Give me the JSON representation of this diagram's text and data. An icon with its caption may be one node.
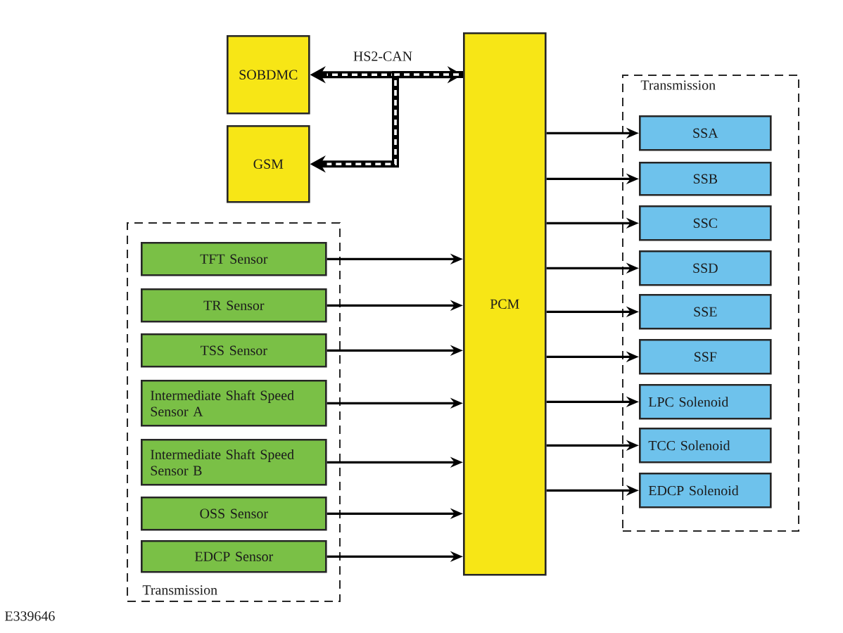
{
  "diagram": {
    "nodes": [
      {
        "text": [
          "SOBDMC"
        ]
      },
      {
        "text": [
          "GSM"
        ]
      },
      {
        "text": [
          "PCM"
        ]
      },
      {
        "text": [
          "Transmission"
        ]
      },
      {
        "text": [
          "TFT Sensor"
        ],
        "in": 3
      },
      {
        "text": [
          "TR Sensor"
        ],
        "in": 3
      },
      {
        "text": [
          "TSS Sensor"
        ],
        "in": 3
      },
      {
        "text": [
          "Intermediate Shaft Speed Sensor A"
        ],
        "in": 3
      },
      {
        "text": [
          "Intermediate Shaft Speed Sensor B"
        ],
        "in": 3
      },
      {
        "text": [
          "OSS Sensor"
        ],
        "in": 3
      },
      {
        "text": [
          "EDCP Sensor"
        ],
        "in": 3
      },
      {
        "text": [
          "Transmission"
        ]
      },
      {
        "text": [
          "SSA"
        ],
        "in": 11
      },
      {
        "text": [
          "SSB"
        ],
        "in": 11
      },
      {
        "text": [
          "SSC"
        ],
        "in": 11
      },
      {
        "text": [
          "SSD"
        ],
        "in": 11
      },
      {
        "text": [
          "SSE"
        ],
        "in": 11
      },
      {
        "text": [
          "SSF"
        ],
        "in": 11
      },
      {
        "text": [
          "LPC Solenoid"
        ],
        "in": 11
      },
      {
        "text": [
          "TCC Solenoid"
        ],
        "in": 11
      },
      {
        "text": [
          "EDCP Solenoid"
        ],
        "in": 11
      }
    ],
    "edges": [
      {
        "from": 2,
        "to": 0,
        "arrow": "both",
        "label": "HS2-CAN",
        "style": "thick"
      },
      {
        "from": 2,
        "to": 1,
        "arrow": "to",
        "style": "thick"
      },
      {
        "from": 4,
        "to": 2,
        "arrow": "to"
      },
      {
        "from": 5,
        "to": 2,
        "arrow": "to"
      },
      {
        "from": 6,
        "to": 2,
        "arrow": "to"
      },
      {
        "from": 7,
        "to": 2,
        "arrow": "to"
      },
      {
        "from": 8,
        "to": 2,
        "arrow": "to"
      },
      {
        "from": 9,
        "to": 2,
        "arrow": "to"
      },
      {
        "from": 10,
        "to": 2,
        "arrow": "to"
      },
      {
        "from": 2,
        "to": 12,
        "arrow": "to"
      },
      {
        "from": 2,
        "to": 13,
        "arrow": "to"
      },
      {
        "from": 2,
        "to": 14,
        "arrow": "to"
      },
      {
        "from": 2,
        "to": 15,
        "arrow": "to"
      },
      {
        "from": 2,
        "to": 16,
        "arrow": "to"
      },
      {
        "from": 2,
        "to": 17,
        "arrow": "to"
      },
      {
        "from": 2,
        "to": 18,
        "arrow": "to"
      },
      {
        "from": 2,
        "to": 19,
        "arrow": "to"
      },
      {
        "from": 2,
        "to": 20,
        "arrow": "to"
      }
    ],
    "labels": [
      "E339646"
    ]
  }
}
